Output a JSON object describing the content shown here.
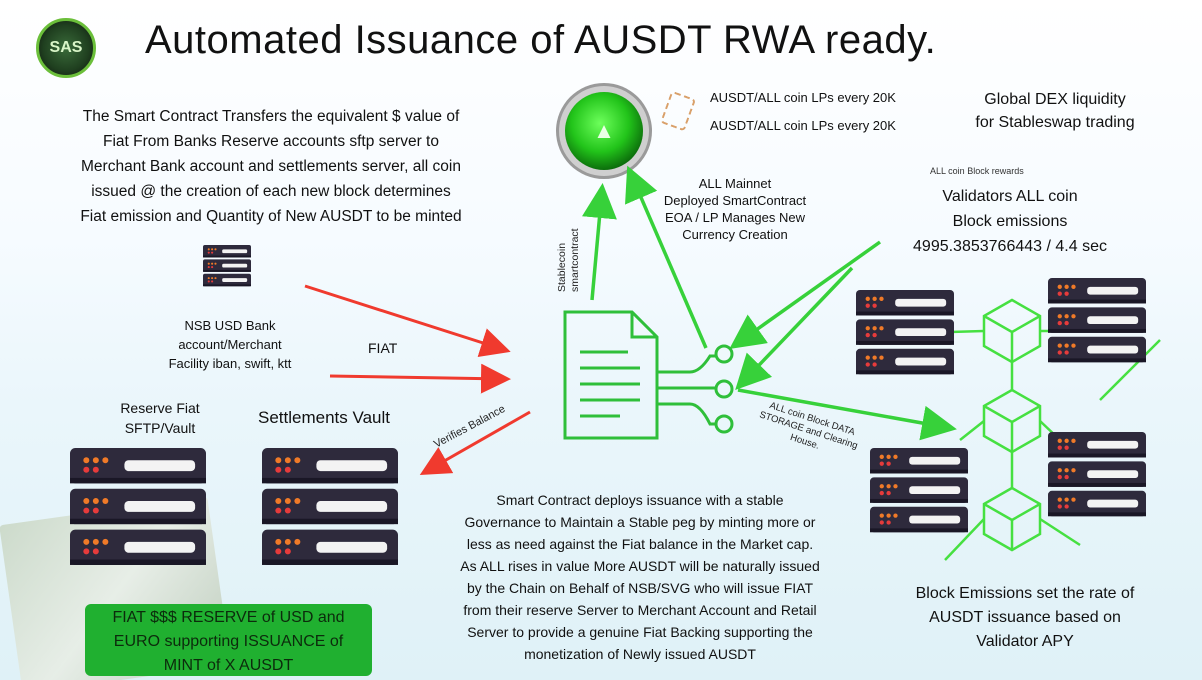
{
  "title": "Automated Issuance of AUSDT RWA ready.",
  "logo_text": "SAS",
  "intro_lines": [
    "The Smart Contract Transfers the equivalent $ value of",
    "Fiat From Banks Reserve accounts sftp server to",
    "Merchant Bank account and settlements server, all coin",
    "issued @ the creation of each new block determines",
    "Fiat emission and Quantity of New AUSDT to be minted"
  ],
  "lp_lines": [
    "AUSDT/ALL coin LPs every 20K",
    "AUSDT/ALL coin LPs every 20K"
  ],
  "dex_lines": [
    "Global DEX liquidity",
    "for Stableswap trading"
  ],
  "mainnet_lines": [
    "ALL Mainnet",
    "Deployed SmartContract",
    "EOA / LP  Manages New",
    "Currency Creation"
  ],
  "block_rewards_label": "ALL coin Block rewards",
  "validators_lines": [
    "Validators ALL coin",
    "Block emissions",
    "4995.3853766443 / 4.4 sec"
  ],
  "nsb_lines": [
    "NSB USD Bank",
    "account/Merchant",
    "Facility iban, swift, ktt"
  ],
  "fiat_label": "FIAT",
  "reserve_lines": [
    "Reserve Fiat",
    "SFTP/Vault"
  ],
  "settlements_label": "Settlements Vault",
  "verifies_label": "Verifies Balance",
  "stablecoin_lines": [
    "Stablecoin",
    "smartcontract"
  ],
  "storage_lines": [
    "ALL coin Block DATA",
    "STORAGE and Clearing",
    "House."
  ],
  "reserve_box_lines": [
    "FIAT $$$ RESERVE of USD and",
    "EURO supporting ISSUANCE of",
    "MINT of X AUSDT"
  ],
  "smart_lines": [
    "Smart Contract deploys issuance with a stable",
    "Governance to Maintain a Stable peg by minting more or",
    "less as need against the Fiat balance in the Market cap.",
    "As ALL rises in value More AUSDT will be naturally issued",
    "by the Chain on Behalf of NSB/SVG who will issue FIAT",
    "from their reserve Server to Merchant Account and Retail",
    "Server to provide a genuine Fiat Backing supporting the",
    "monetization of Newly issued AUSDT"
  ],
  "emissions_lines": [
    "Block Emissions set the rate of",
    "AUSDT issuance based on",
    "Validator APY"
  ],
  "colors": {
    "red_arrow": "#f03a2e",
    "green_arrow": "#37d13a",
    "server_body": "#2e2a3c",
    "server_led": "#f07a28",
    "reserve_box": "#20b030"
  }
}
